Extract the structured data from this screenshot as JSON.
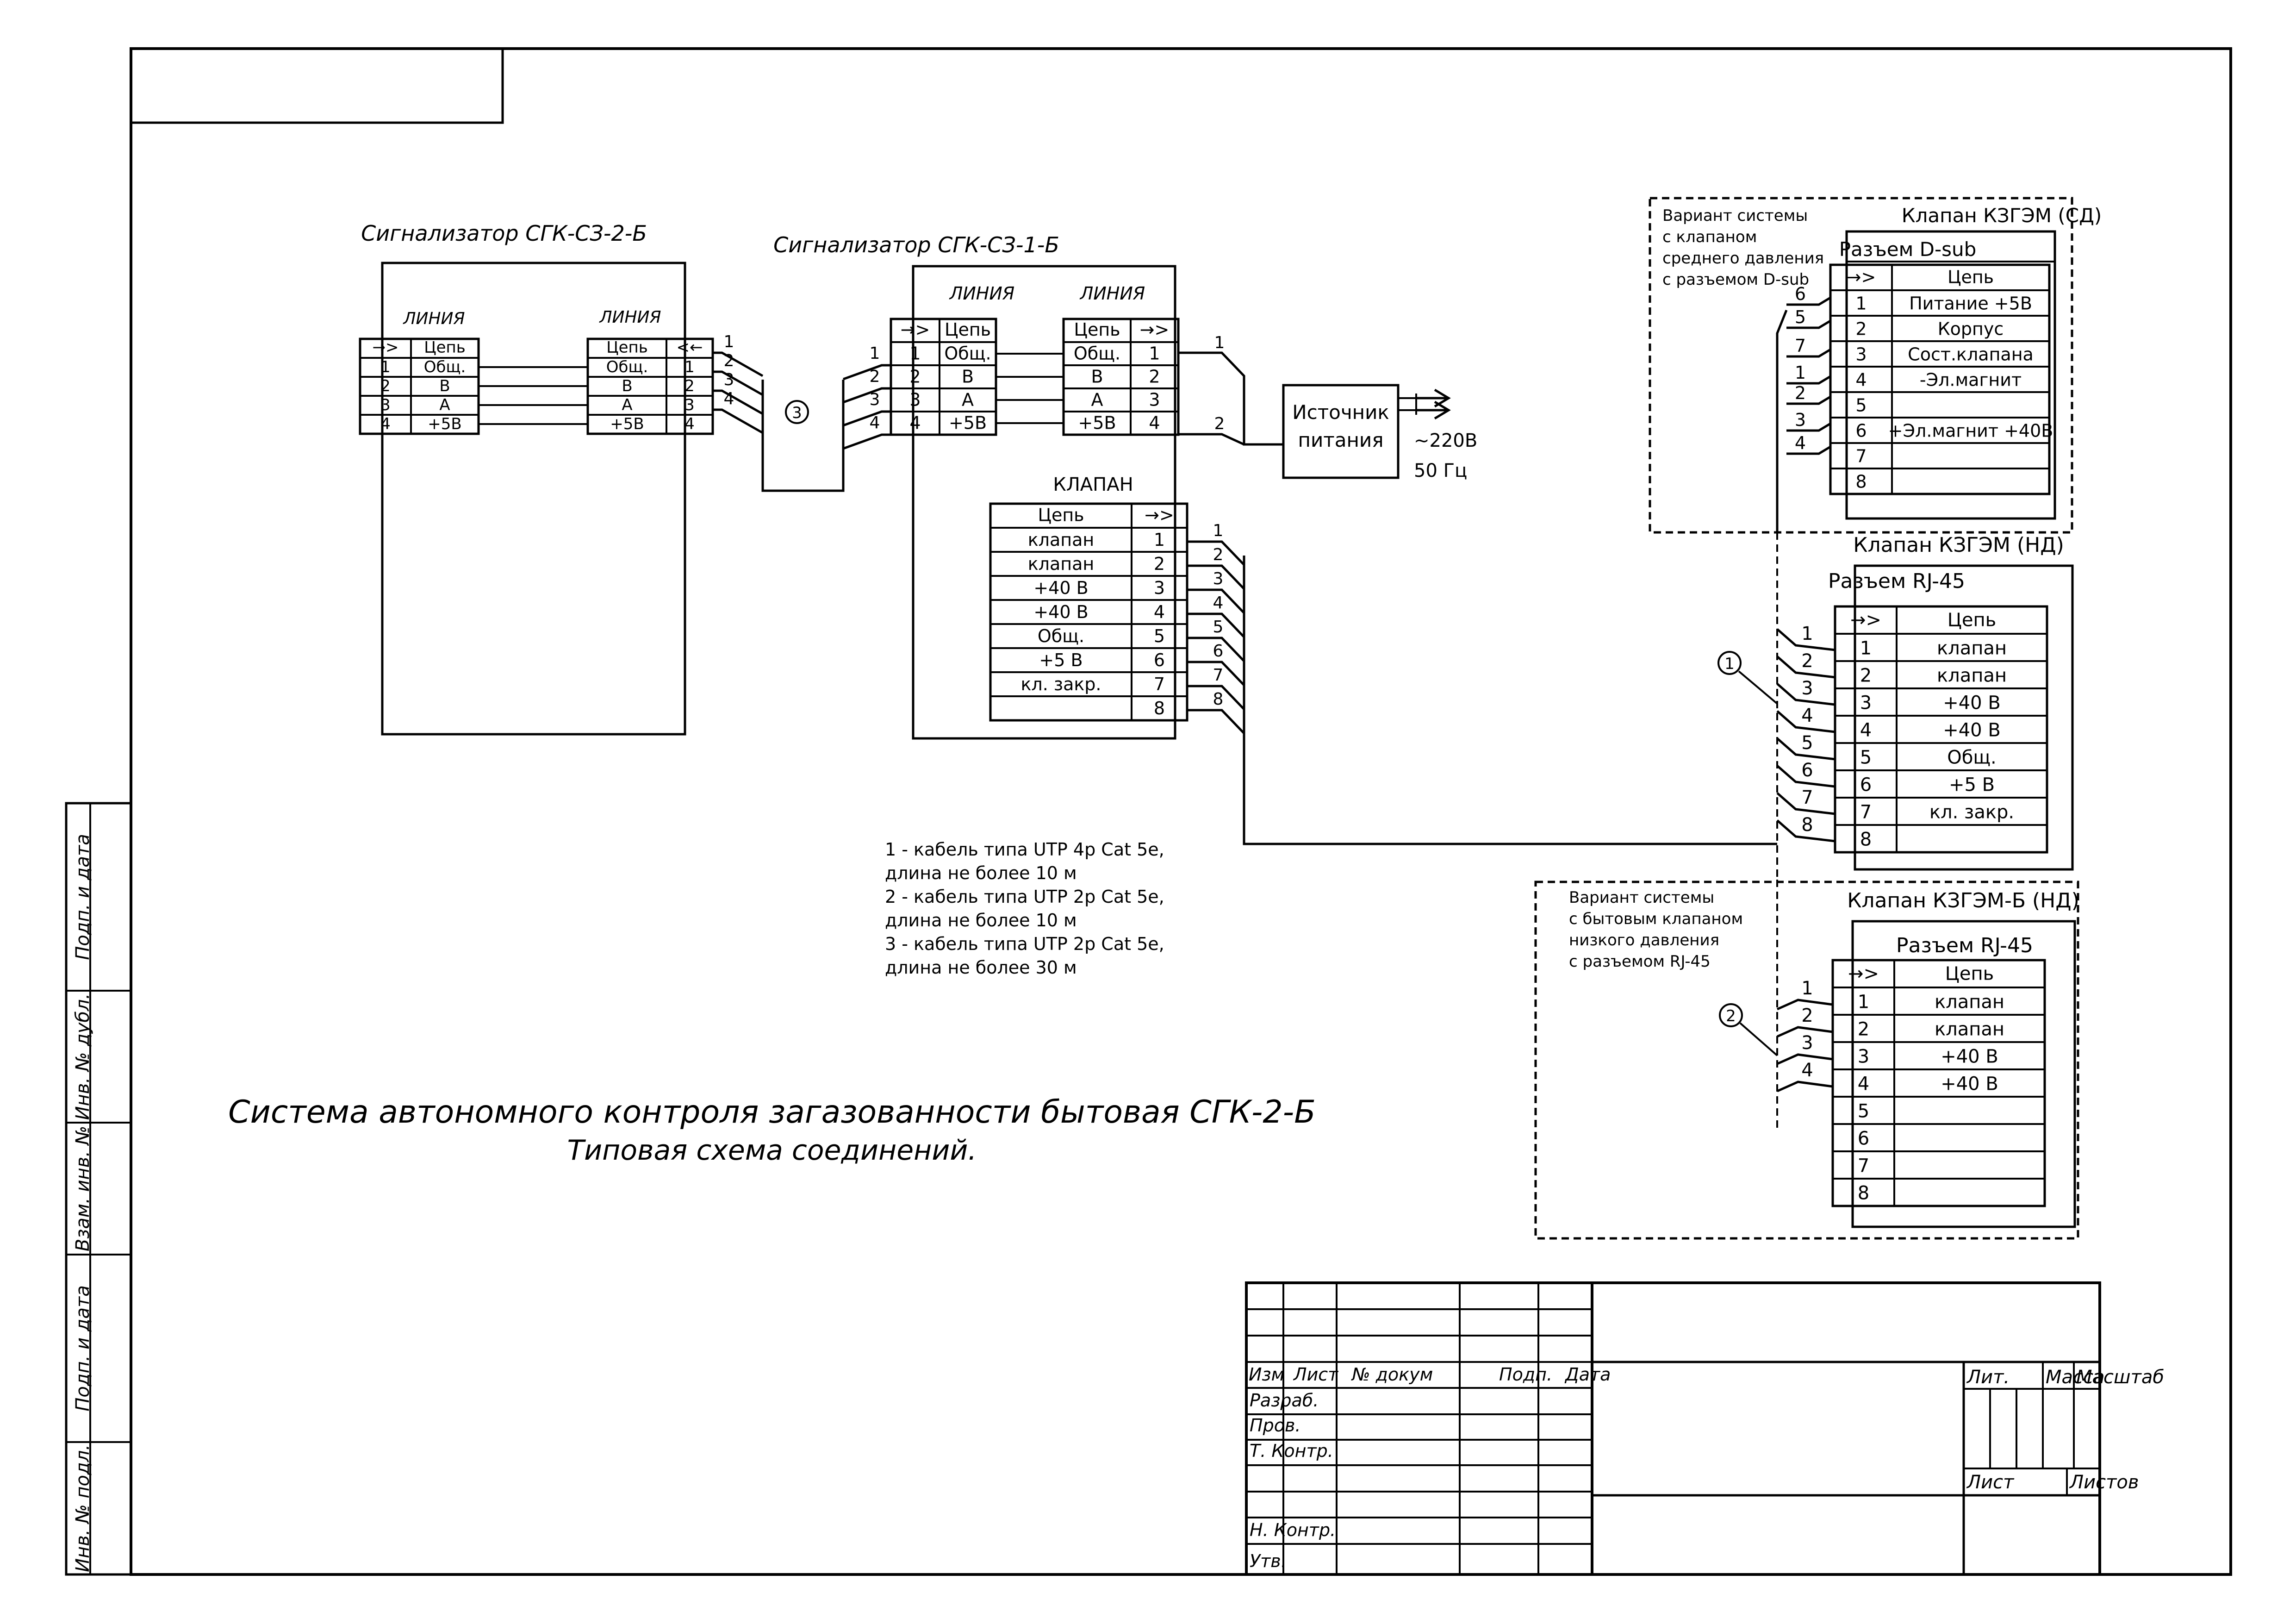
{
  "drawing": {
    "main_title_line1": "Система автономного контроля загазованности бытовая СГК-2-Б",
    "main_title_line2": "Типовая схема соединений.",
    "connector_symbol": "→>",
    "connector_symbol_rev": "<←",
    "circuit_header": "Цепь",
    "line_label": "ЛИНИЯ"
  },
  "device_2b": {
    "title": "Сигнализатор СГК-СЗ-2-Б",
    "left_rows": [
      [
        "1",
        "Общ."
      ],
      [
        "2",
        "В"
      ],
      [
        "3",
        "А"
      ],
      [
        "4",
        "+5В"
      ]
    ],
    "right_rows": [
      [
        "Общ.",
        "1"
      ],
      [
        "В",
        "2"
      ],
      [
        "А",
        "3"
      ],
      [
        "+5В",
        "4"
      ]
    ]
  },
  "device_1b": {
    "title": "Сигнализатор СГК-СЗ-1-Б",
    "left_rows": [
      [
        "1",
        "Общ."
      ],
      [
        "2",
        "В"
      ],
      [
        "3",
        "А"
      ],
      [
        "4",
        "+5В"
      ]
    ],
    "right_rows": [
      [
        "Общ.",
        "1"
      ],
      [
        "В",
        "2"
      ],
      [
        "А",
        "3"
      ],
      [
        "+5В",
        "4"
      ]
    ],
    "valve_label": "КЛАПАН",
    "valve_rows": [
      [
        "клапан",
        "1"
      ],
      [
        "клапан",
        "2"
      ],
      [
        "+40 В",
        "3"
      ],
      [
        "+40 В",
        "4"
      ],
      [
        "Общ.",
        "5"
      ],
      [
        "+5 В",
        "6"
      ],
      [
        "кл. закр.",
        "7"
      ],
      [
        "",
        "8"
      ]
    ]
  },
  "power": {
    "label_line1": "Источник",
    "label_line2": "питания",
    "voltage": "~220В",
    "freq": "50 Гц"
  },
  "wire_nums_4": [
    "1",
    "2",
    "3",
    "4"
  ],
  "wire_nums_8": [
    "1",
    "2",
    "3",
    "4",
    "5",
    "6",
    "7",
    "8"
  ],
  "wire_nums_d": [
    "6",
    "5",
    "7",
    "1",
    "2",
    "3",
    "4"
  ],
  "wire_power": [
    "1",
    "2"
  ],
  "cable_marks": [
    "1",
    "2",
    "3"
  ],
  "valve_sd": {
    "variant_note": [
      "Вариант системы",
      "с клапаном",
      "среднего давления",
      "с разъемом D-sub"
    ],
    "title": "Клапан КЗГЭМ (СД)",
    "connector": "Разъем D-sub",
    "rows": [
      [
        "1",
        "Питание +5В"
      ],
      [
        "2",
        "Корпус"
      ],
      [
        "3",
        "Сост.клапана"
      ],
      [
        "4",
        "-Эл.магнит"
      ],
      [
        "5",
        ""
      ],
      [
        "6",
        "+Эл.магнит +40В"
      ],
      [
        "7",
        ""
      ],
      [
        "8",
        ""
      ]
    ]
  },
  "valve_nd": {
    "title": "Клапан КЗГЭМ (НД)",
    "connector": "Разъем RJ-45",
    "rows": [
      [
        "1",
        "клапан"
      ],
      [
        "2",
        "клапан"
      ],
      [
        "3",
        "+40 В"
      ],
      [
        "4",
        "+40 В"
      ],
      [
        "5",
        "Общ."
      ],
      [
        "6",
        "+5 В"
      ],
      [
        "7",
        "кл. закр."
      ],
      [
        "8",
        ""
      ]
    ]
  },
  "valve_ndb": {
    "variant_note": [
      "Вариант системы",
      "с бытовым клапаном",
      "низкого давления",
      "с разъемом RJ-45"
    ],
    "title": "Клапан КЗГЭМ-Б (НД)",
    "connector": "Разъем RJ-45",
    "rows": [
      [
        "1",
        "клапан"
      ],
      [
        "2",
        "клапан"
      ],
      [
        "3",
        "+40 В"
      ],
      [
        "4",
        "+40 В"
      ],
      [
        "5",
        ""
      ],
      [
        "6",
        ""
      ],
      [
        "7",
        ""
      ],
      [
        "8",
        ""
      ]
    ]
  },
  "notes": [
    "1 - кабель типа UTP 4p Cat 5e,",
    "длина не более 10 м",
    "2 - кабель типа UTP 2p Cat 5e,",
    "длина не более 10 м",
    "3 - кабель типа UTP 2p Cat 5e,",
    "длина не более 30 м"
  ],
  "side_stamp": [
    "Подп. и дата",
    "Инв. № дубл.",
    "Взам. инв. №",
    "Подп. и дата",
    "Инв. № подл."
  ],
  "title_block": {
    "columns": [
      "Изм",
      "Лист",
      "№ докум",
      "Подп.",
      "Дата"
    ],
    "roles": [
      "Разраб.",
      "Пров.",
      "Т. Контр.",
      "",
      "Н. Контр.",
      "Утв."
    ],
    "lit": "Лит.",
    "mass": "Масса",
    "scale": "Масштаб",
    "sheet": "Лист",
    "sheets": "Листов"
  }
}
